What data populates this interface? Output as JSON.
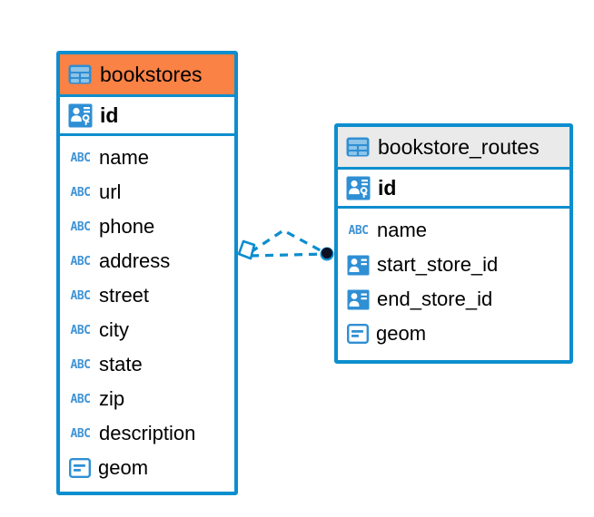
{
  "diagram": {
    "type": "entity-relationship-diagram",
    "background_color": "#ffffff",
    "accent_color": "#fa8245",
    "line_color": "#0d8ece",
    "neutral_header_color": "#eaeaea",
    "text_color": "#000000"
  },
  "entities": [
    {
      "name": "bookstores",
      "header_style": "accent",
      "table_icon": "table-icon",
      "primary_key": {
        "label": "id",
        "icon": "primary-key-icon"
      },
      "fields": [
        {
          "label": "name",
          "icon": "abc-text-icon",
          "icon_text": "ABC"
        },
        {
          "label": "url",
          "icon": "abc-text-icon",
          "icon_text": "ABC"
        },
        {
          "label": "phone",
          "icon": "abc-text-icon",
          "icon_text": "ABC"
        },
        {
          "label": "address",
          "icon": "abc-text-icon",
          "icon_text": "ABC"
        },
        {
          "label": "street",
          "icon": "abc-text-icon",
          "icon_text": "ABC"
        },
        {
          "label": "city",
          "icon": "abc-text-icon",
          "icon_text": "ABC"
        },
        {
          "label": "state",
          "icon": "abc-text-icon",
          "icon_text": "ABC"
        },
        {
          "label": "zip",
          "icon": "abc-text-icon",
          "icon_text": "ABC"
        },
        {
          "label": "description",
          "icon": "abc-text-icon",
          "icon_text": "ABC"
        },
        {
          "label": "geom",
          "icon": "geometry-icon",
          "icon_text": ""
        }
      ]
    },
    {
      "name": "bookstore_routes",
      "header_style": "neutral",
      "table_icon": "table-icon",
      "primary_key": {
        "label": "id",
        "icon": "primary-key-icon"
      },
      "fields": [
        {
          "label": "name",
          "icon": "abc-text-icon",
          "icon_text": "ABC"
        },
        {
          "label": "start_store_id",
          "icon": "foreign-key-icon",
          "icon_text": ""
        },
        {
          "label": "end_store_id",
          "icon": "foreign-key-icon",
          "icon_text": ""
        },
        {
          "label": "geom",
          "icon": "geometry-icon",
          "icon_text": ""
        }
      ]
    }
  ],
  "relationship": {
    "from_entity": "bookstores",
    "to_entity": "bookstore_routes",
    "line_style": "dashed",
    "line_color": "#0d8ece",
    "source_marker": "rhombus-marker",
    "target_marker": "filled-circle-marker",
    "target_marker_color": "#101024",
    "cardinality": "many-to-many"
  }
}
